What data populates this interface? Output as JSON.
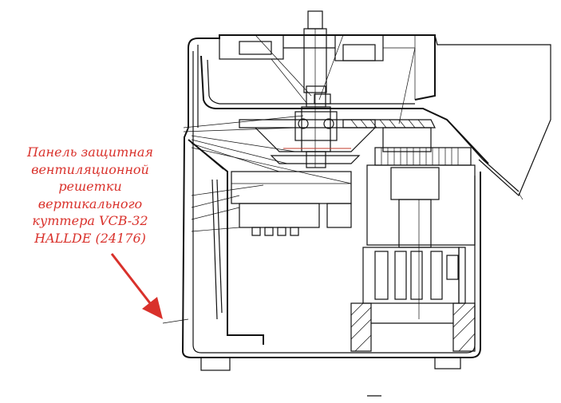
{
  "annotation": {
    "lines": [
      "Панель защитная",
      "вентиляционной",
      "решетки",
      "вертикального",
      "куттера VCB-32",
      "HALLDE (24176)"
    ],
    "color": "#d9312b"
  },
  "arrow": {
    "color": "#d9312b"
  },
  "drawing": {
    "line_color": "#111111",
    "background": "#ffffff"
  }
}
